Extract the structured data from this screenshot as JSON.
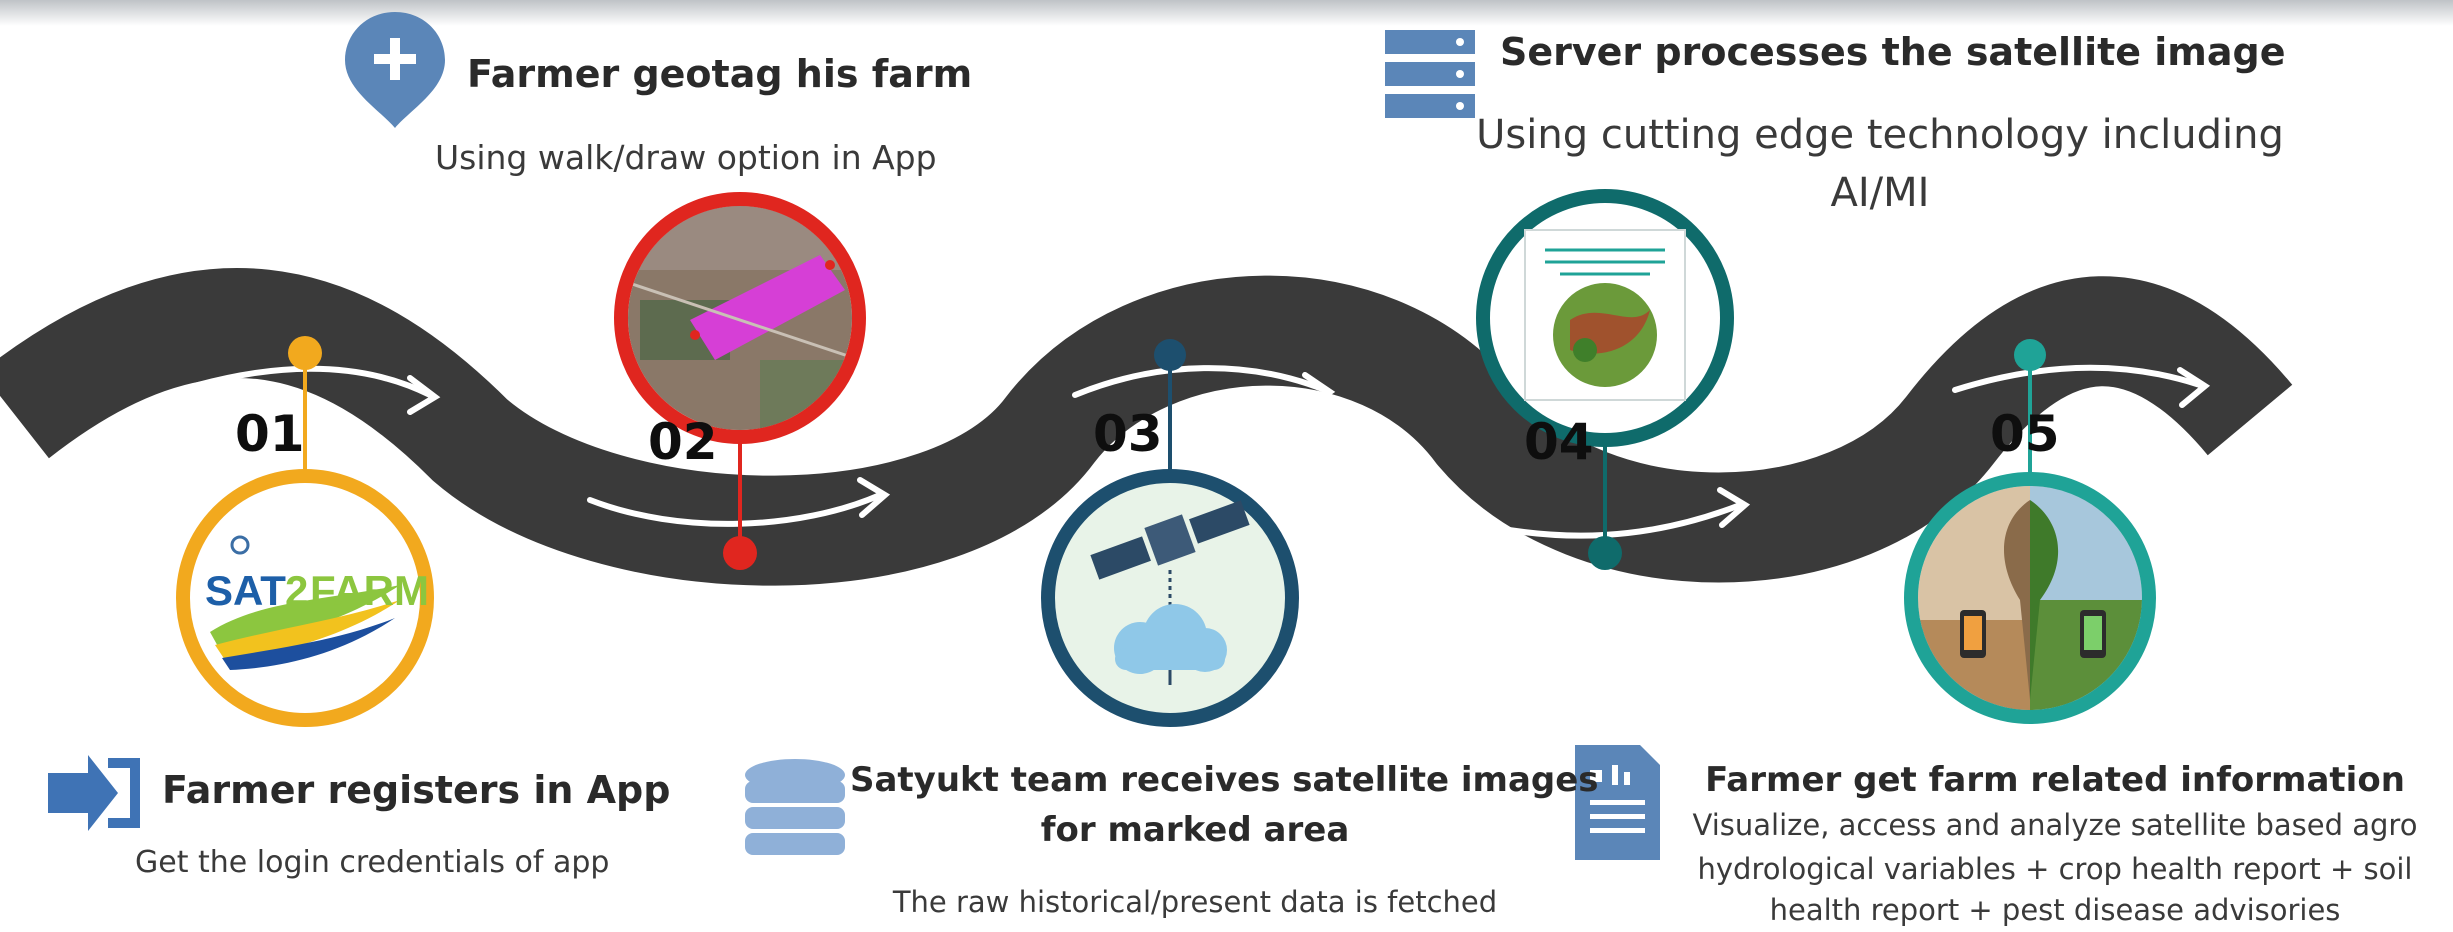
{
  "steps": [
    {
      "number": "01",
      "title": "Farmer registers in App",
      "desc": "Get the login credentials of app",
      "icon": "login-arrow-icon",
      "color": "#f2a91e",
      "logo_a": "SAT",
      "logo_b": "2",
      "logo_c": "FARM"
    },
    {
      "number": "02",
      "title": "Farmer geotag his farm",
      "desc": "Using walk/draw option in App",
      "icon": "map-pin-plus-icon",
      "color": "#e0261f"
    },
    {
      "number": "03",
      "title": "Satyukt team receives satellite images",
      "title2": "for marked area",
      "desc": "The raw historical/present data is fetched",
      "icon": "database-icon",
      "color": "#1d4f6e"
    },
    {
      "number": "04",
      "title": "Server processes the satellite image",
      "desc": "Using cutting edge technology including",
      "desc2": "AI/MI",
      "icon": "server-rack-icon",
      "color": "#0f6b6b"
    },
    {
      "number": "05",
      "title": "Farmer get farm related information",
      "desc": "Visualize, access and analyze satellite based agro",
      "desc2": "hydrological variables + crop health report + soil",
      "desc3": "health report + pest disease advisories",
      "icon": "document-report-icon",
      "color": "#1fa397"
    }
  ],
  "colors": {
    "road": "#3a3a3a",
    "arrow": "#ffffff",
    "icon_blue": "#5b86b8"
  }
}
